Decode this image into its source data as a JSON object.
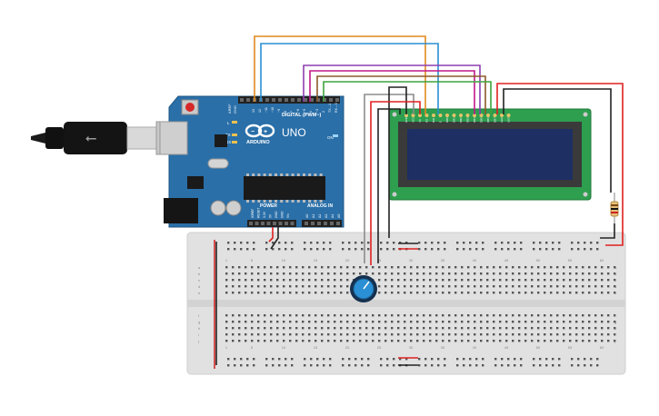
{
  "arduino": {
    "brand": "ARDUINO",
    "model": "UNO",
    "digital_label": "DIGITAL (PWM~)",
    "power_label": "POWER",
    "analog_label": "ANALOG IN",
    "on_label": "ON",
    "tx_label": "TX",
    "rx_label": "RX",
    "l_label": "L",
    "aref_label": "AREF",
    "gnd_label": "GND",
    "power_pins": [
      "IOREF",
      "RESET",
      "3.3V",
      "5V",
      "GND",
      "GND",
      "Vin"
    ],
    "analog_pins": [
      "A0",
      "A1",
      "A2",
      "A3",
      "A4",
      "A5"
    ],
    "digital_pins": [
      "13",
      "12",
      "~11",
      "~10",
      "~9",
      "8",
      "7",
      "~6",
      "~5",
      "4",
      "~3",
      "2",
      "TX→1",
      "RX←0"
    ]
  },
  "lcd": {
    "pin_labels": [
      "GND",
      "VCC",
      "V0",
      "RS",
      "RW",
      "E",
      "DB0",
      "DB1",
      "DB2",
      "DB3",
      "DB4",
      "DB5",
      "DB6",
      "DB7",
      "LED",
      "LED"
    ]
  },
  "breadboard": {
    "column_numbers": [
      "1",
      "5",
      "10",
      "15",
      "20",
      "25",
      "30",
      "35",
      "40",
      "45",
      "50",
      "55",
      "60"
    ],
    "row_letters_top": [
      "a",
      "b",
      "c",
      "d",
      "e"
    ],
    "row_letters_bottom": [
      "f",
      "g",
      "h",
      "i",
      "j"
    ]
  },
  "colors": {
    "board": "#2a6fa8",
    "lcd_pcb": "#2e9e4f",
    "lcd_screen": "#1d2f63",
    "breadboard": "#e1e1e1",
    "wire_orange": "#e08a1e",
    "wire_blue": "#2a8fd4",
    "wire_purple": "#8e3fb0",
    "wire_magenta": "#c2188a",
    "wire_brown": "#8b5a2b",
    "wire_green": "#3da43d",
    "wire_red": "#e02020",
    "wire_black": "#222222",
    "wire_gray": "#8c8c8c"
  }
}
